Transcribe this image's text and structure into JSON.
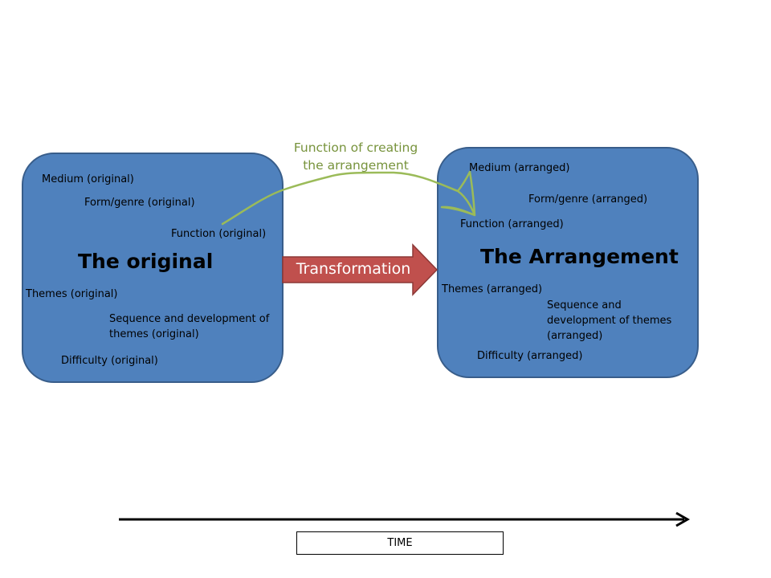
{
  "original": {
    "title": "The original",
    "items": {
      "medium": "Medium (original)",
      "form_genre": "Form/genre (original)",
      "function": "Function (original)",
      "themes": "Themes (original)",
      "sequence": "Sequence and development of themes (original)",
      "difficulty": "Difficulty (original)"
    }
  },
  "arranged": {
    "title": "The Arrangement",
    "items": {
      "medium": "Medium (arranged)",
      "form_genre": "Form/genre (arranged)",
      "function": "Function (arranged)",
      "themes": "Themes (arranged)",
      "sequence": "Sequence and development of themes (arranged)",
      "difficulty": "Difficulty (arranged)"
    }
  },
  "transformation_label": "Transformation",
  "annotation_label": "Function of creating the arrangement",
  "time_label": "TIME",
  "colors": {
    "box_fill": "#4f81bd",
    "box_border": "#385d8a",
    "arrow_fill": "#c0504d",
    "annotation": "#77933c",
    "annotation_stroke": "#9bbb59"
  }
}
